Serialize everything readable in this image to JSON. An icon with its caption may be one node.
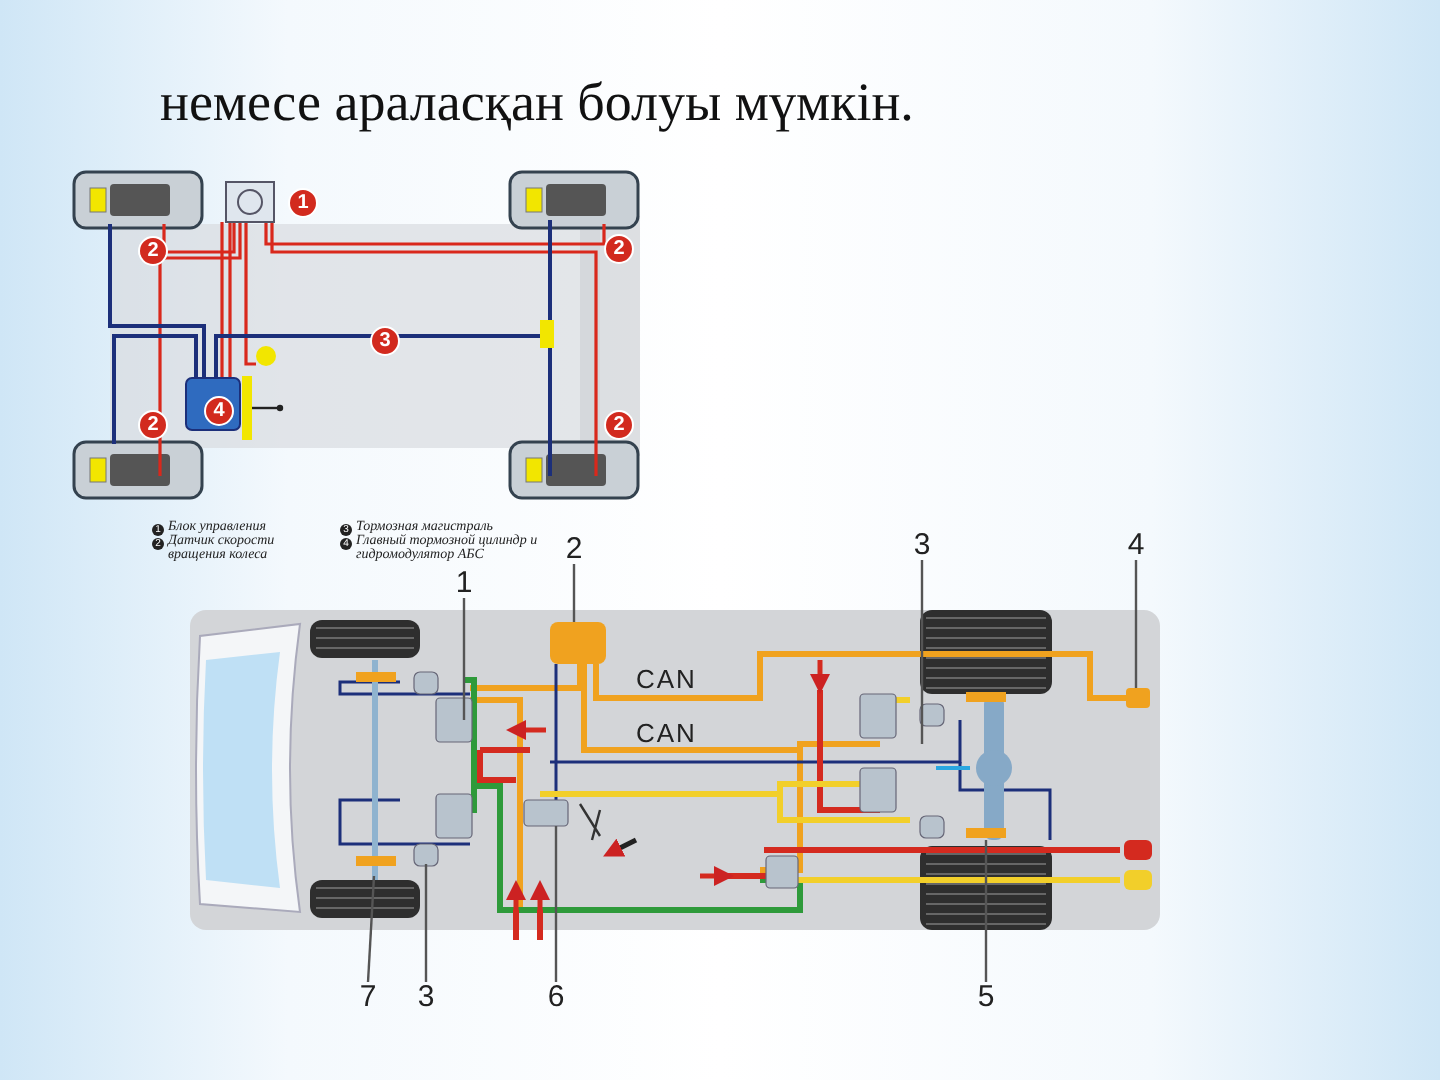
{
  "diagram": {
    "title": "немесе араласқан болуы мүмкін.",
    "nodes": [
      {
        "text": [
          "1"
        ]
      },
      {
        "text": [
          "2"
        ]
      },
      {
        "text": [
          "3"
        ]
      },
      {
        "text": [
          "4"
        ]
      },
      {
        "text": [
          "7"
        ]
      },
      {
        "text": [
          "3"
        ]
      },
      {
        "text": [
          "6"
        ]
      },
      {
        "text": [
          "5"
        ]
      }
    ],
    "edges": [
      {
        "from": 0,
        "to": null,
        "arrow": "none"
      },
      {
        "from": 1,
        "to": null,
        "arrow": "none"
      },
      {
        "from": 2,
        "to": null,
        "arrow": "none"
      },
      {
        "from": 3,
        "to": null,
        "arrow": "none"
      },
      {
        "from": 4,
        "to": null,
        "arrow": "none"
      },
      {
        "from": 5,
        "to": null,
        "arrow": "none"
      },
      {
        "from": 6,
        "to": null,
        "arrow": "none"
      },
      {
        "from": 7,
        "to": null,
        "arrow": "none"
      }
    ],
    "labels": [
      "1",
      "2",
      "2",
      "3",
      "4",
      "2",
      "2",
      "1",
      "Блок управления",
      "2",
      "Датчик скорости вращения колеса",
      "3",
      "Тормозная магистраль",
      "4",
      "Главный тормозной цилиндр и гидромодулятор АБС",
      "CAN",
      "CAN"
    ]
  }
}
